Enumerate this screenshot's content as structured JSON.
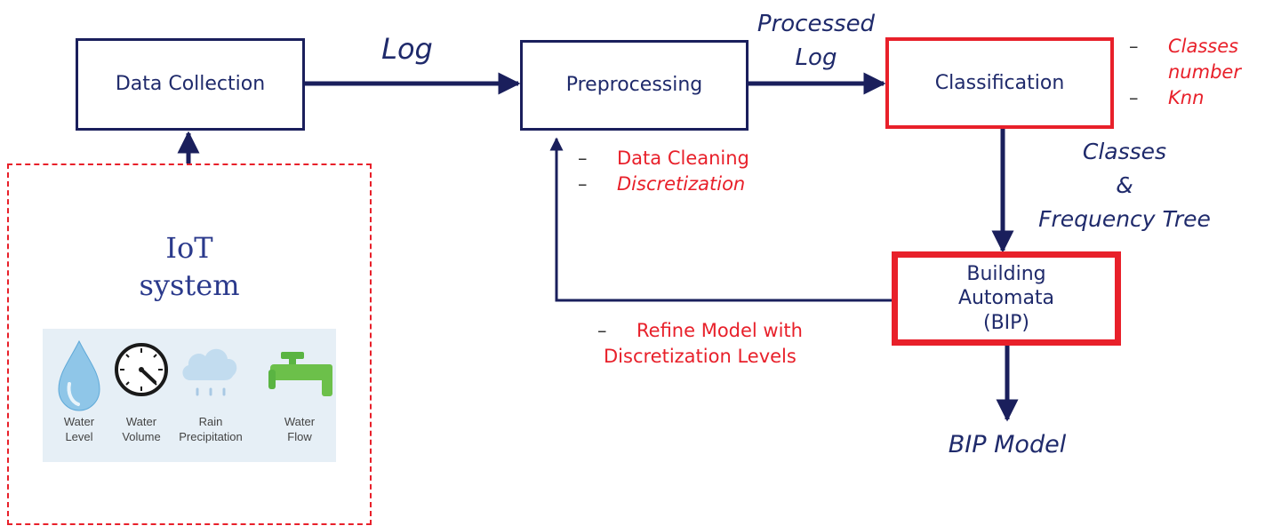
{
  "nodes": {
    "data_collection": "Data Collection",
    "preprocessing": "Preprocessing",
    "classification": "Classification",
    "building_automata": [
      "Building",
      "Automata",
      "(BIP)"
    ]
  },
  "edges": {
    "log": "Log",
    "processed_log": [
      "Processed",
      "Log"
    ],
    "classes_tree": [
      "Classes",
      "&",
      "Frequency Tree"
    ],
    "output": "BIP Model"
  },
  "notes": {
    "classification": [
      {
        "dash": "–",
        "text": "Classes number"
      },
      {
        "dash": "–",
        "text": "Knn"
      }
    ],
    "preprocessing": [
      {
        "dash": "–",
        "text": "Data Cleaning"
      },
      {
        "dash": "–",
        "text": "Discretization"
      }
    ],
    "refine": {
      "dash": "–",
      "lines": [
        "Refine Model with",
        "Discretization Levels"
      ]
    }
  },
  "iot": {
    "title": [
      "IoT",
      "system"
    ],
    "sensors": [
      {
        "icon": "water-drop-icon",
        "label": [
          "Water",
          "Level"
        ]
      },
      {
        "icon": "gauge-icon",
        "label": [
          "Water",
          "Volume"
        ]
      },
      {
        "icon": "rain-cloud-icon",
        "label": [
          "Rain",
          "Precipitation"
        ]
      },
      {
        "icon": "faucet-icon",
        "label": [
          "Water",
          "Flow"
        ]
      }
    ]
  },
  "colors": {
    "navy": "#1a1f5c",
    "red": "#e8202a",
    "text": "#1f2a6b"
  }
}
